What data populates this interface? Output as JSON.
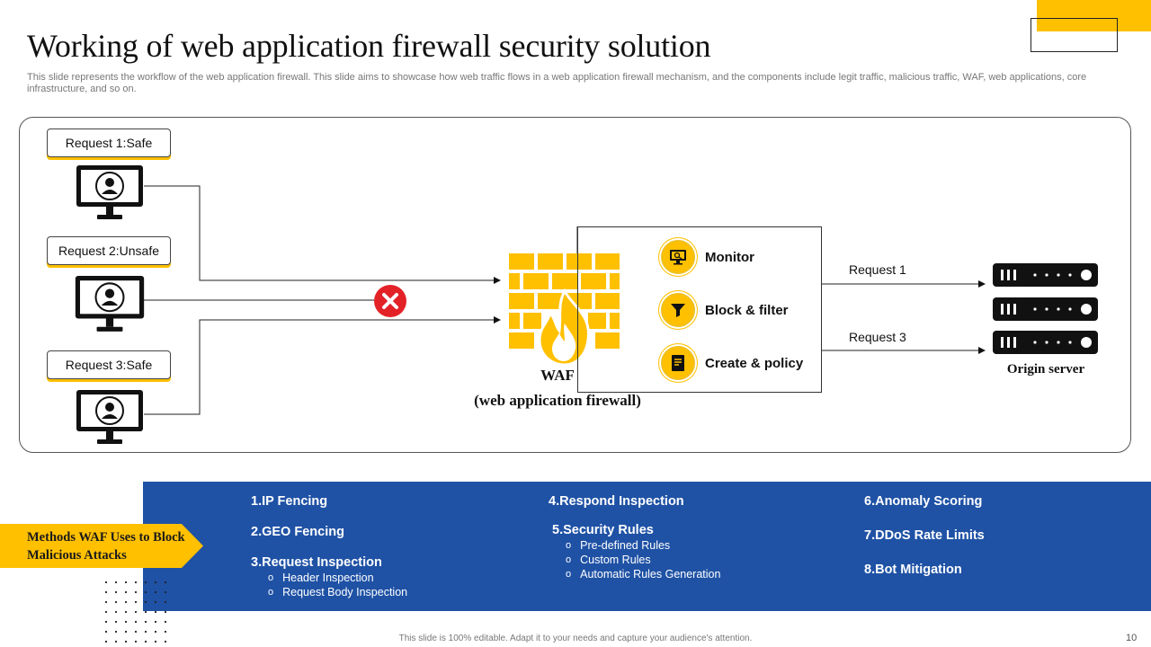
{
  "slide": {
    "title": "Working of web application  firewall security solution",
    "subtitle": "This slide represents the workflow of the web application firewall. This slide aims to showcase how web traffic flows in a web application firewall mechanism, and the components include legit traffic, malicious traffic, WAF,  web applications, core infrastructure, and so on.",
    "footer": "This slide is 100% editable.  Adapt it to your needs and capture your audience's attention.",
    "page_number": "10",
    "accent_color": "#FFC000",
    "panel_color": "#1F52A5"
  },
  "diagram": {
    "requests": [
      {
        "label": "Request 1:Safe",
        "status": "safe"
      },
      {
        "label": "Request 2:Unsafe",
        "status": "unsafe"
      },
      {
        "label": "Request 3:Safe",
        "status": "safe"
      }
    ],
    "waf": {
      "title": "WAF",
      "subtitle": "(web application firewall)",
      "functions": [
        {
          "label": "Monitor",
          "icon": "monitor-icon"
        },
        {
          "label": "Block & filter",
          "icon": "funnel-icon"
        },
        {
          "label": "Create & policy",
          "icon": "document-icon"
        }
      ]
    },
    "flows": [
      {
        "label": "Request 1"
      },
      {
        "label": "Request 3"
      }
    ],
    "server": {
      "label": "Origin server"
    }
  },
  "methods": {
    "tag": "Methods WAF Uses to Block Malicious Attacks",
    "col1": [
      {
        "label": "1.IP Fencing"
      },
      {
        "label": "2.GEO Fencing"
      },
      {
        "label": "3.Request Inspection",
        "subs": [
          "Header Inspection",
          "Request Body Inspection"
        ]
      }
    ],
    "col2": [
      {
        "label": "4.Respond Inspection"
      },
      {
        "label": "5.Security Rules",
        "subs": [
          "Pre-defined Rules",
          "Custom Rules",
          "Automatic Rules Generation"
        ]
      }
    ],
    "col3": [
      {
        "label": "6.Anomaly  Scoring"
      },
      {
        "label": "7.DDoS Rate Limits"
      },
      {
        "label": "8.Bot Mitigation"
      }
    ]
  }
}
